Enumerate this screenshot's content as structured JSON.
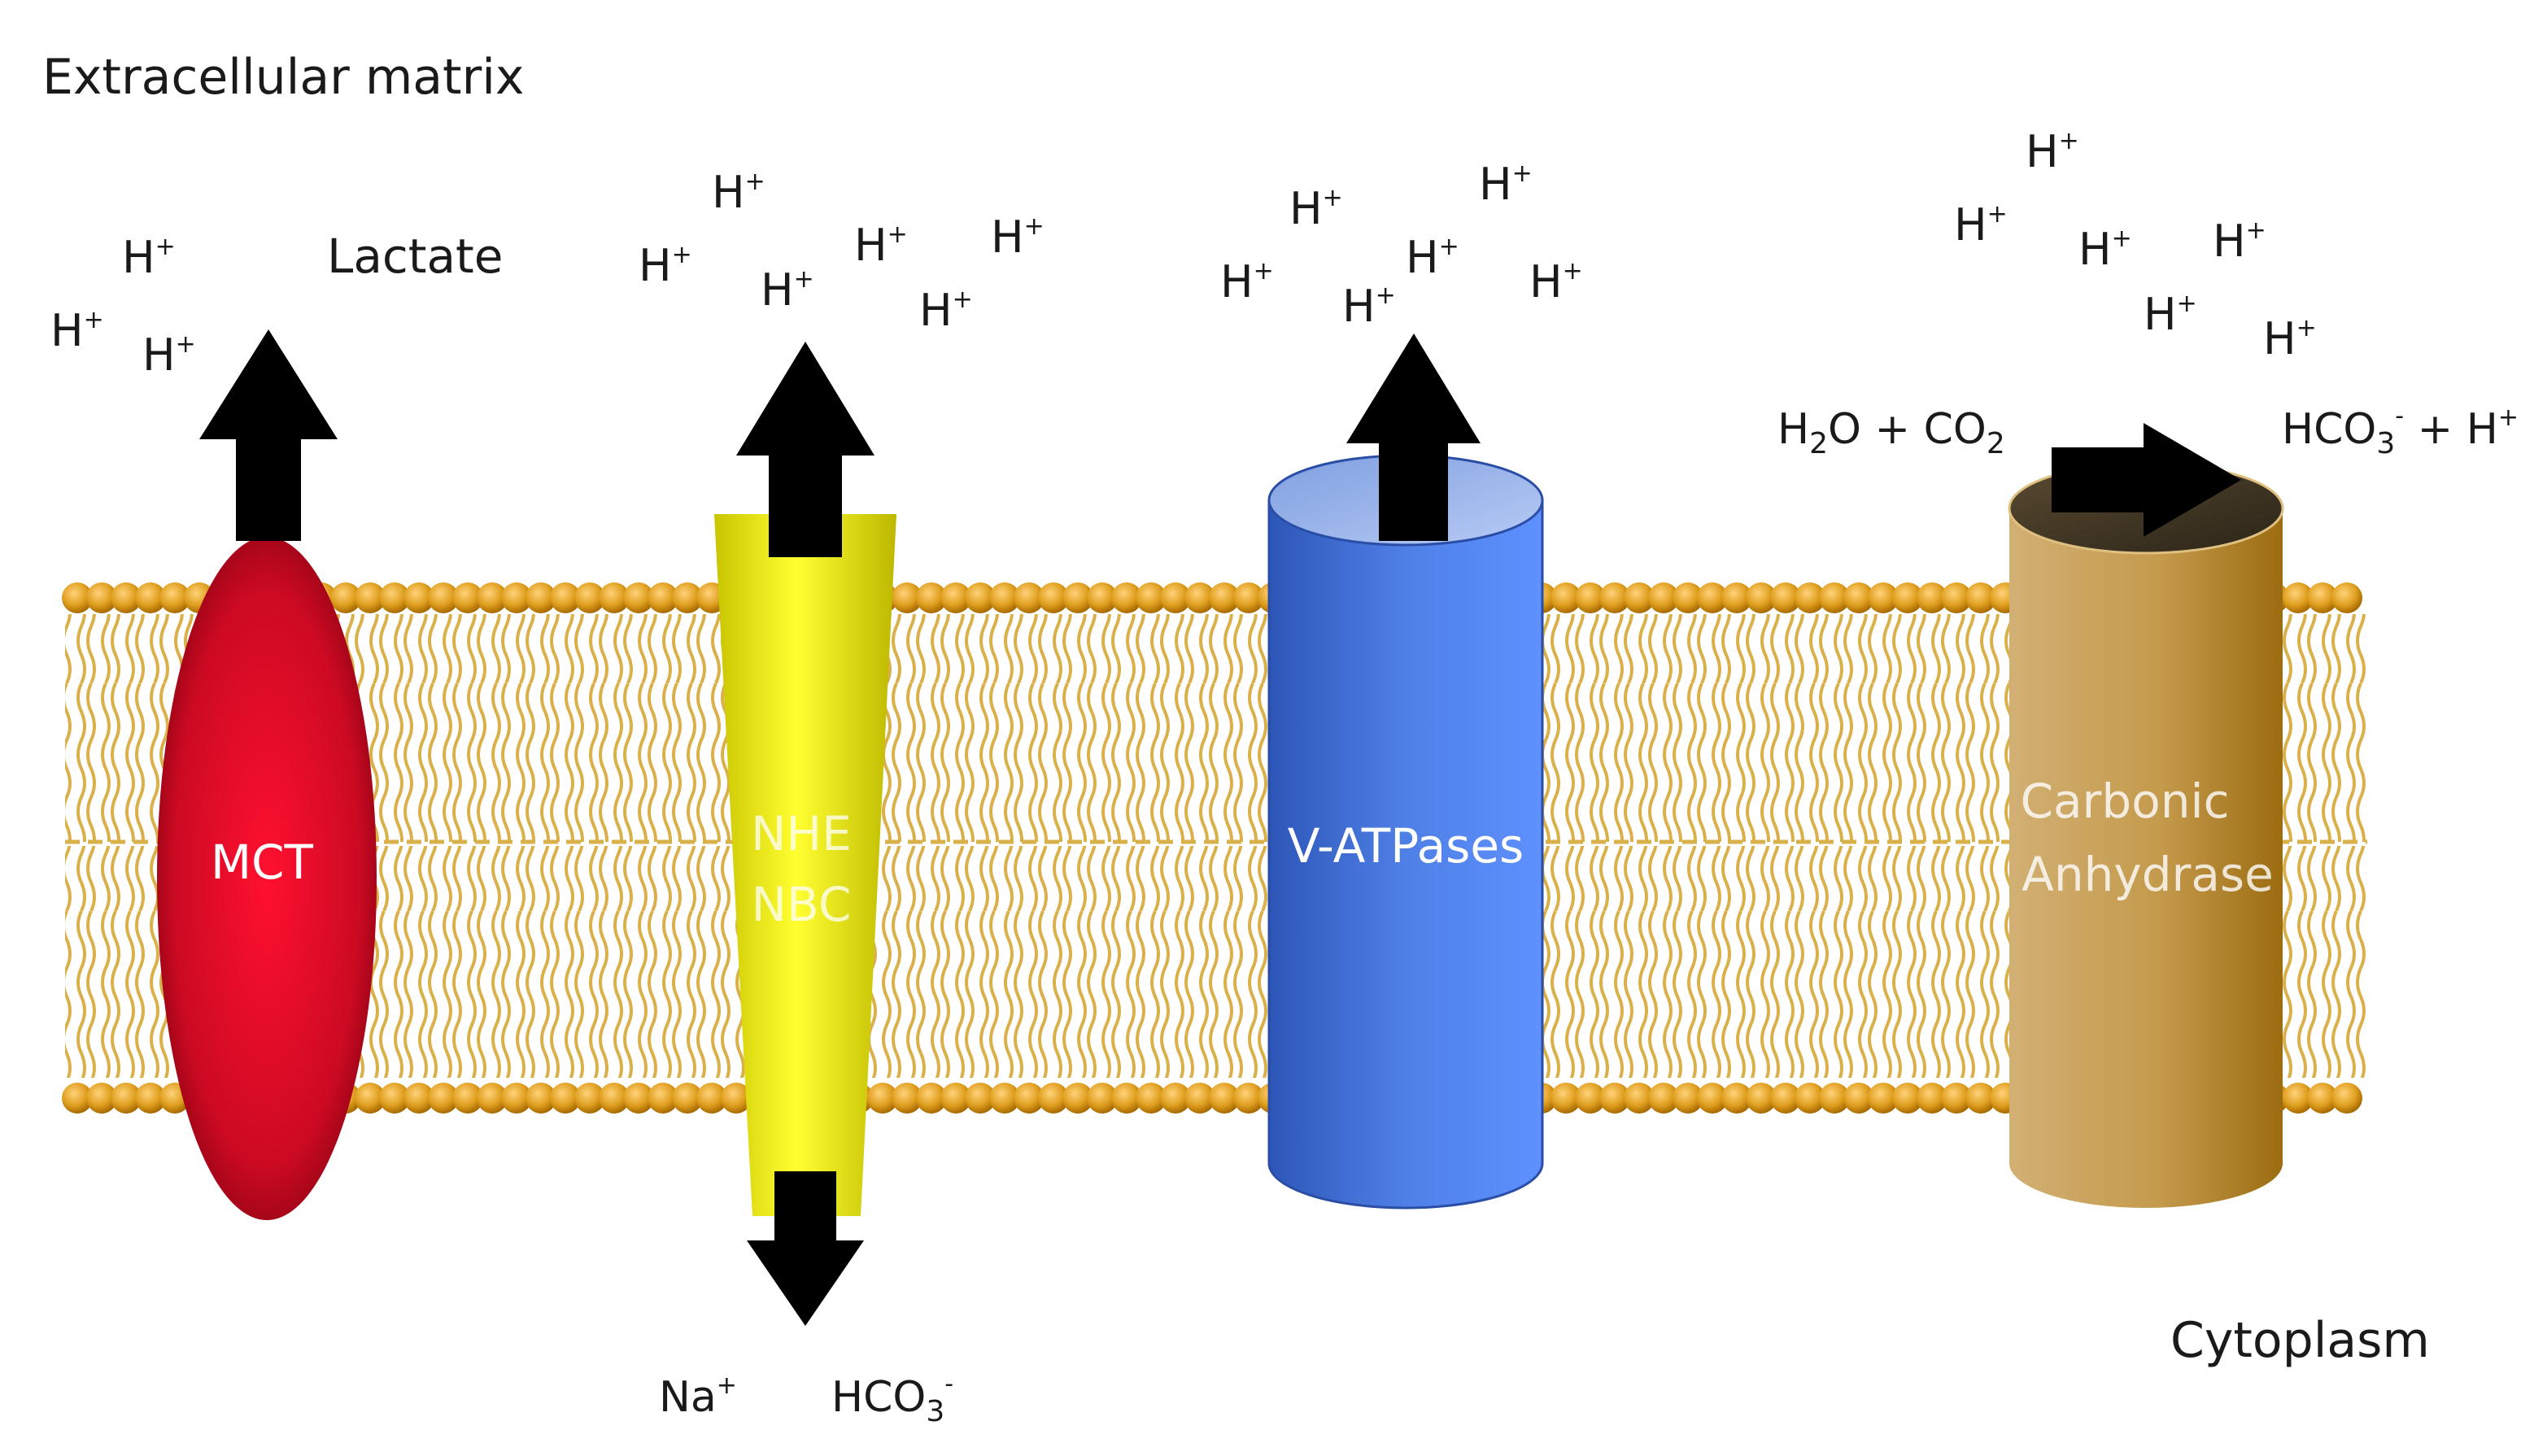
{
  "labels": {
    "extracellular": "Extracellular matrix",
    "cytoplasm": "Cytoplasm",
    "lactate": "Lactate",
    "na": "Na",
    "na_sup": "+",
    "hco3_out": "HCO",
    "hco3_out_sub": "3",
    "hco3_out_sup": "-",
    "reaction_left": "H",
    "reaction_left_sub": "2",
    "reaction_left_mid": "O + CO",
    "reaction_left_sub2": "2",
    "reaction_right": "HCO",
    "reaction_right_sub": "3",
    "reaction_right_sup": "-",
    "reaction_right_tail": " + H",
    "reaction_right_tail_sup": "+"
  },
  "proteins": {
    "mct": "MCT",
    "nhe": "NHE",
    "nbc": "NBC",
    "vatpase": "V-ATPases",
    "ca_line1": "Carbonic",
    "ca_line2": "Anhydrase"
  },
  "ions": {
    "symbol": "H",
    "charge": "+"
  },
  "colors": {
    "mct": "#c8102e",
    "nhe_nbc": "#e8e600",
    "vatpase": "#3f6fd8",
    "carbonic_anhydrase": "#b8893a",
    "lipid_head": "#e0a020",
    "lipid_tail": "#d9b04a",
    "arrow": "#000000"
  }
}
